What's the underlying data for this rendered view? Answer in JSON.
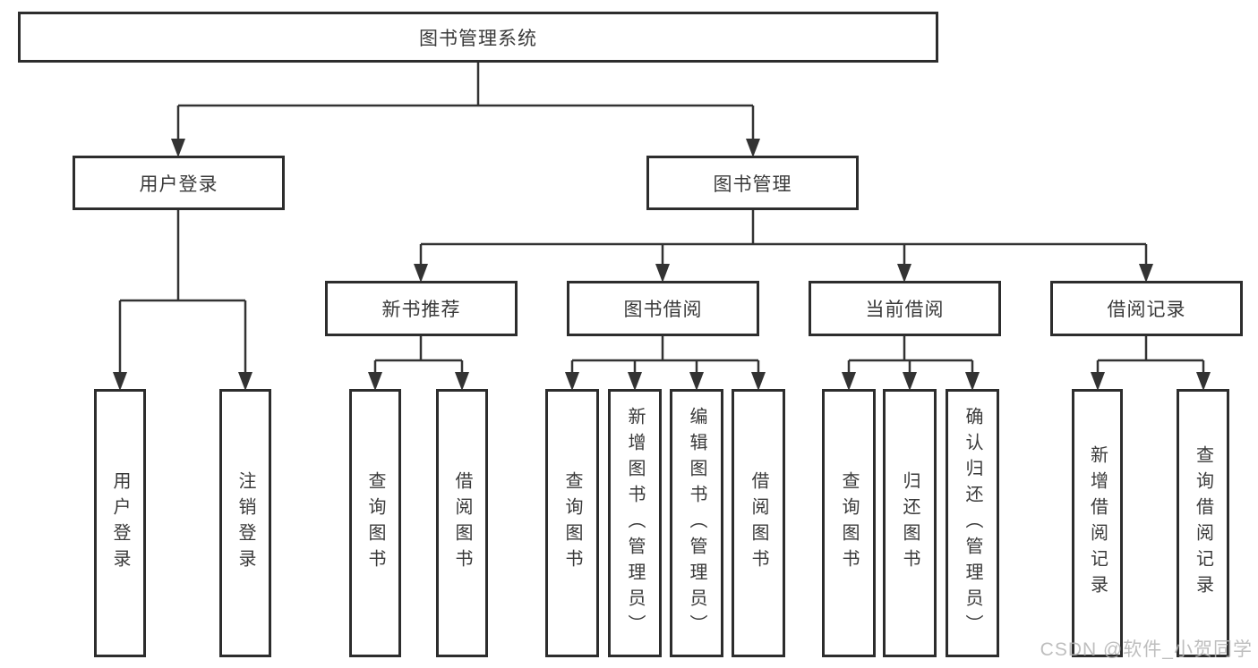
{
  "diagram": {
    "root": {
      "label": "图书管理系统"
    },
    "level2": [
      {
        "label": "用户登录"
      },
      {
        "label": "图书管理"
      }
    ],
    "level3": [
      {
        "label": "新书推荐"
      },
      {
        "label": "图书借阅"
      },
      {
        "label": "当前借阅"
      },
      {
        "label": "借阅记录"
      }
    ],
    "leaves": {
      "user_login": [
        {
          "label": "用户登录"
        },
        {
          "label": "注销登录"
        }
      ],
      "new_books": [
        {
          "label": "查询图书"
        },
        {
          "label": "借阅图书"
        }
      ],
      "book_borrow": [
        {
          "label": "查询图书"
        },
        {
          "label": "新增图书（管理员）"
        },
        {
          "label": "编辑图书（管理员）"
        },
        {
          "label": "借阅图书"
        }
      ],
      "current_borrow": [
        {
          "label": "查询图书"
        },
        {
          "label": "归还图书"
        },
        {
          "label": "确认归还（管理员）"
        }
      ],
      "borrow_records": [
        {
          "label": "新增借阅记录"
        },
        {
          "label": "查询借阅记录"
        }
      ]
    }
  },
  "watermark": "CSDN @软件_小贺同学",
  "colors": {
    "line": "#333333",
    "border": "#2d2d2d",
    "text": "#3a3a3a",
    "background": "#ffffff",
    "watermark": "#b3b3b3"
  }
}
